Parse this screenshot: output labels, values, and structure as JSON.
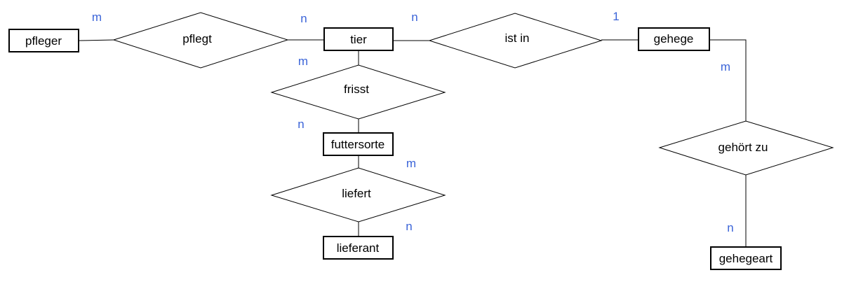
{
  "colors": {
    "line": "#000000",
    "cardinality": "#3b64d8",
    "fill": "#ffffff"
  },
  "entities": {
    "pfleger": "pfleger",
    "tier": "tier",
    "gehege": "gehege",
    "futtersorte": "futtersorte",
    "lieferant": "lieferant",
    "gehegeart": "gehegeart"
  },
  "relationships": {
    "pflegt": "pflegt",
    "ist_in": "ist in",
    "frisst": "frisst",
    "liefert": "liefert",
    "gehoert_zu": "gehört zu"
  },
  "cardinalities": {
    "pflegt_pfleger": "m",
    "pflegt_tier": "n",
    "ist_in_tier": "n",
    "ist_in_gehege": "1",
    "frisst_tier": "m",
    "frisst_futtersorte": "n",
    "liefert_futtersorte": "m",
    "liefert_lieferant": "n",
    "gehoert_zu_gehege": "m",
    "gehoert_zu_gehegeart": "n"
  }
}
